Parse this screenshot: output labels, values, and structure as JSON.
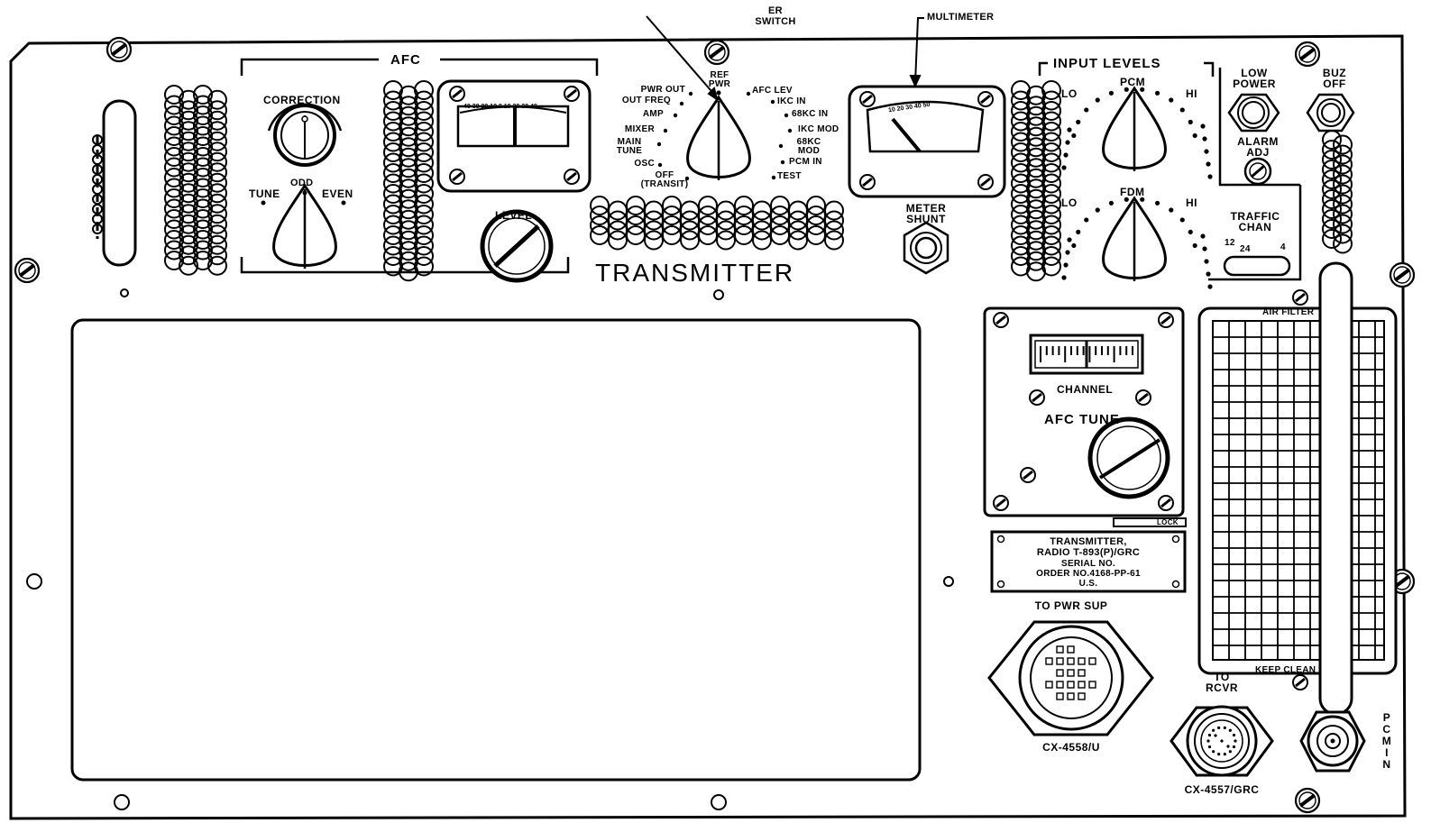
{
  "callouts": {
    "er_switch": "ER\nSWITCH",
    "multimeter": "MULTIMETER"
  },
  "afc": {
    "heading": "AFC",
    "correction": "CORRECTION",
    "tune": "TUNE",
    "odd": "ODD",
    "even": "EVEN",
    "level": "LEVEL"
  },
  "selector": {
    "ref_pwr": "REF\nPWR",
    "left_positions": [
      "PWR OUT",
      "OUT FREQ",
      "AMP",
      "MIXER",
      "MAIN\nTUNE",
      "OSC",
      "OFF\n(TRANSIT)"
    ],
    "right_positions": [
      "AFC LEV",
      "IKC IN",
      "68KC IN",
      "IKC MOD",
      "68KC\nMOD",
      "PCM IN",
      "TEST"
    ]
  },
  "meters": {
    "afc_scale": "40 30 20 10 0 10 20 30 40",
    "multimeter_scale": "10 20 30 40 50"
  },
  "meter_shunt": "METER\nSHUNT",
  "title": "TRANSMITTER",
  "input_levels": {
    "heading": "INPUT  LEVELS",
    "pcm": "PCM",
    "fdm": "FDM",
    "lo": "LO",
    "hi": "HI"
  },
  "low_power": "LOW\nPOWER",
  "alarm_adj": "ALARM\nADJ",
  "buz_off": "BUZ\nOFF",
  "traffic_chan": {
    "label": "TRAFFIC\nCHAN",
    "pos_12": "12",
    "pos_24": "24",
    "pos_4": "4"
  },
  "channel": "CHANNEL",
  "afc_tune": "AFC  TUNE",
  "lock": "LOCK",
  "air_filter": "AIR FILTER",
  "keep_clean": "KEEP CLEAN",
  "nameplate": {
    "line1": "TRANSMITTER,",
    "line2": "RADIO T-893(P)/GRC",
    "line3": "SERIAL NO.",
    "line4": "ORDER NO.4168-PP-61",
    "line5": "U.S."
  },
  "connectors": {
    "to_pwr_sup": "TO PWR SUP",
    "cx4558": "CX-4558/U",
    "to_rcvr": "TO\nRCVR",
    "cx4557": "CX-4557/GRC",
    "pcm_in": "PCM\nIN"
  }
}
